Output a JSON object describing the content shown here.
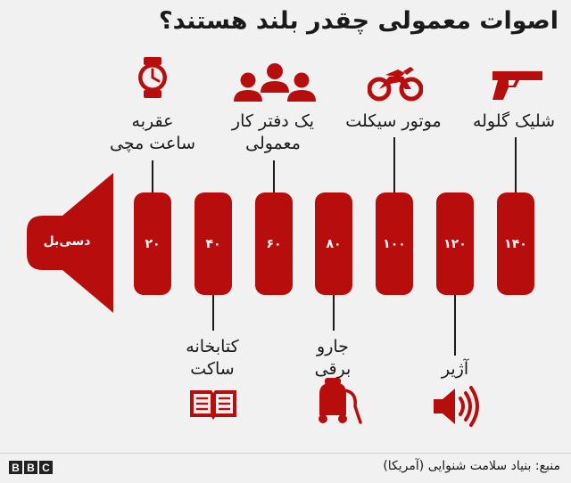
{
  "title": "اصوات معمولی چقدر بلند هستند؟",
  "unit_label": "دسی‌بل",
  "levels": [
    "۲۰",
    "۴۰",
    "۶۰",
    "۸۰",
    "۱۰۰",
    "۱۲۰",
    "۱۴۰"
  ],
  "top_items": [
    {
      "level": "۲۰",
      "label_line1": "عقربه",
      "label_line2": "ساعت مچی",
      "icon": "wristwatch-icon"
    },
    {
      "level": "۶۰",
      "label_line1": "یک دفتر کار",
      "label_line2": "معمولی",
      "icon": "people-icon"
    },
    {
      "level": "۱۰۰",
      "label_line1": "موتور سیکلت",
      "label_line2": "",
      "icon": "motorcycle-icon"
    },
    {
      "level": "۱۴۰",
      "label_line1": "شلیک گلوله",
      "label_line2": "",
      "icon": "gun-icon"
    }
  ],
  "bottom_items": [
    {
      "level": "۴۰",
      "label_line1": "کتابخانه",
      "label_line2": "ساکت",
      "icon": "book-icon"
    },
    {
      "level": "۸۰",
      "label_line1": "جارو",
      "label_line2": "برقی",
      "icon": "vacuum-cleaner-icon"
    },
    {
      "level": "۱۲۰",
      "label_line1": "آژیر",
      "label_line2": "",
      "icon": "siren-speaker-icon"
    }
  ],
  "source": "منبع: بنیاد سلامت شنوایی (آمریکا)",
  "logo_text": [
    "B",
    "B",
    "C"
  ],
  "colors": {
    "accent": "#b80d0d",
    "background": "#f1f1f1",
    "text": "#1a1a1a"
  }
}
